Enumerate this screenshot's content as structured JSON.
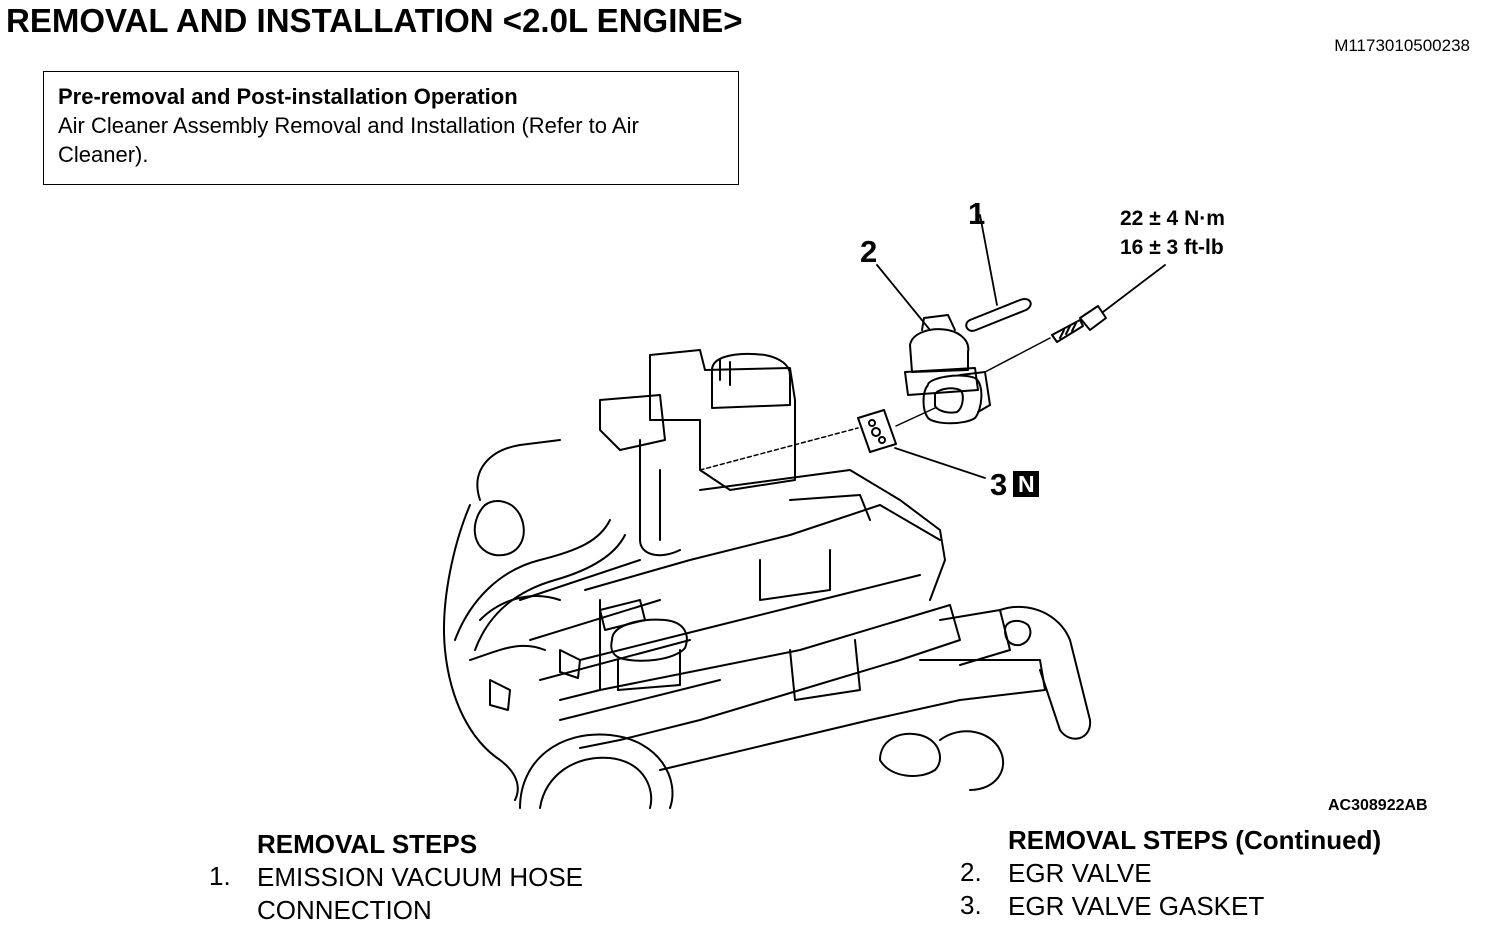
{
  "header": {
    "title": "REMOVAL AND INSTALLATION <2.0L ENGINE>",
    "doc_id": "M1173010500238"
  },
  "pre_removal": {
    "heading": "Pre-removal and Post-installation Operation",
    "body": "Air Cleaner Assembly Removal and Installation (Refer to Air Cleaner)."
  },
  "figure": {
    "callouts": {
      "c1": "1",
      "c2": "2",
      "c3": "3",
      "c3_badge": "N"
    },
    "torque": {
      "line1": "22 ± 4 N·m",
      "line2": "16 ± 3 ft-lb"
    },
    "figure_code": "AC308922AB"
  },
  "removal_steps": {
    "title": "REMOVAL STEPS",
    "items": [
      {
        "num": "1.",
        "text": "EMISSION VACUUM HOSE CONNECTION"
      }
    ]
  },
  "removal_steps_continued": {
    "title": "REMOVAL STEPS (Continued)",
    "items": [
      {
        "num": "2.",
        "text": "EGR VALVE"
      },
      {
        "num": "3.",
        "text": "EGR VALVE GASKET"
      }
    ]
  }
}
